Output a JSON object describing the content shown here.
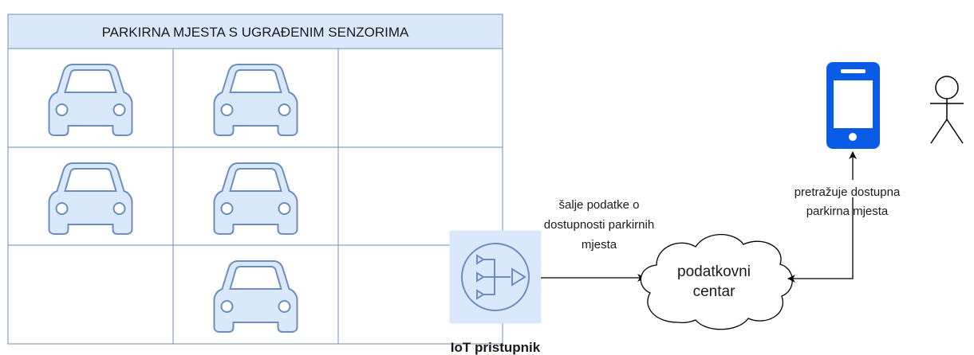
{
  "parking": {
    "title": "PARKIRNA MJESTA S UGRAĐENIM SENZORIMA",
    "cars": [
      {
        "row": 0,
        "col": 0
      },
      {
        "row": 0,
        "col": 1
      },
      {
        "row": 1,
        "col": 0
      },
      {
        "row": 1,
        "col": 1
      },
      {
        "row": 2,
        "col": 1
      }
    ]
  },
  "gateway": {
    "label": "IoT pristupnik",
    "icon": "gateway-icon"
  },
  "cloud": {
    "line1": "podatkovni",
    "line2": "centar"
  },
  "edge_gateway_cloud": {
    "line1": "šalje podatke o",
    "line2": "dostupnosti parkirnih",
    "line3": "mjesta"
  },
  "edge_cloud_phone": {
    "line1": "pretražuje dostupna",
    "line2": "parkirna mjesta"
  },
  "phone": {
    "icon": "smartphone-icon"
  },
  "user": {
    "icon": "user-stick-figure-icon"
  },
  "colors": {
    "light_fill": "#dae8fc",
    "stroke": "#6c8ebf",
    "phone_blue": "#0a5ce6",
    "line": "#000000"
  }
}
